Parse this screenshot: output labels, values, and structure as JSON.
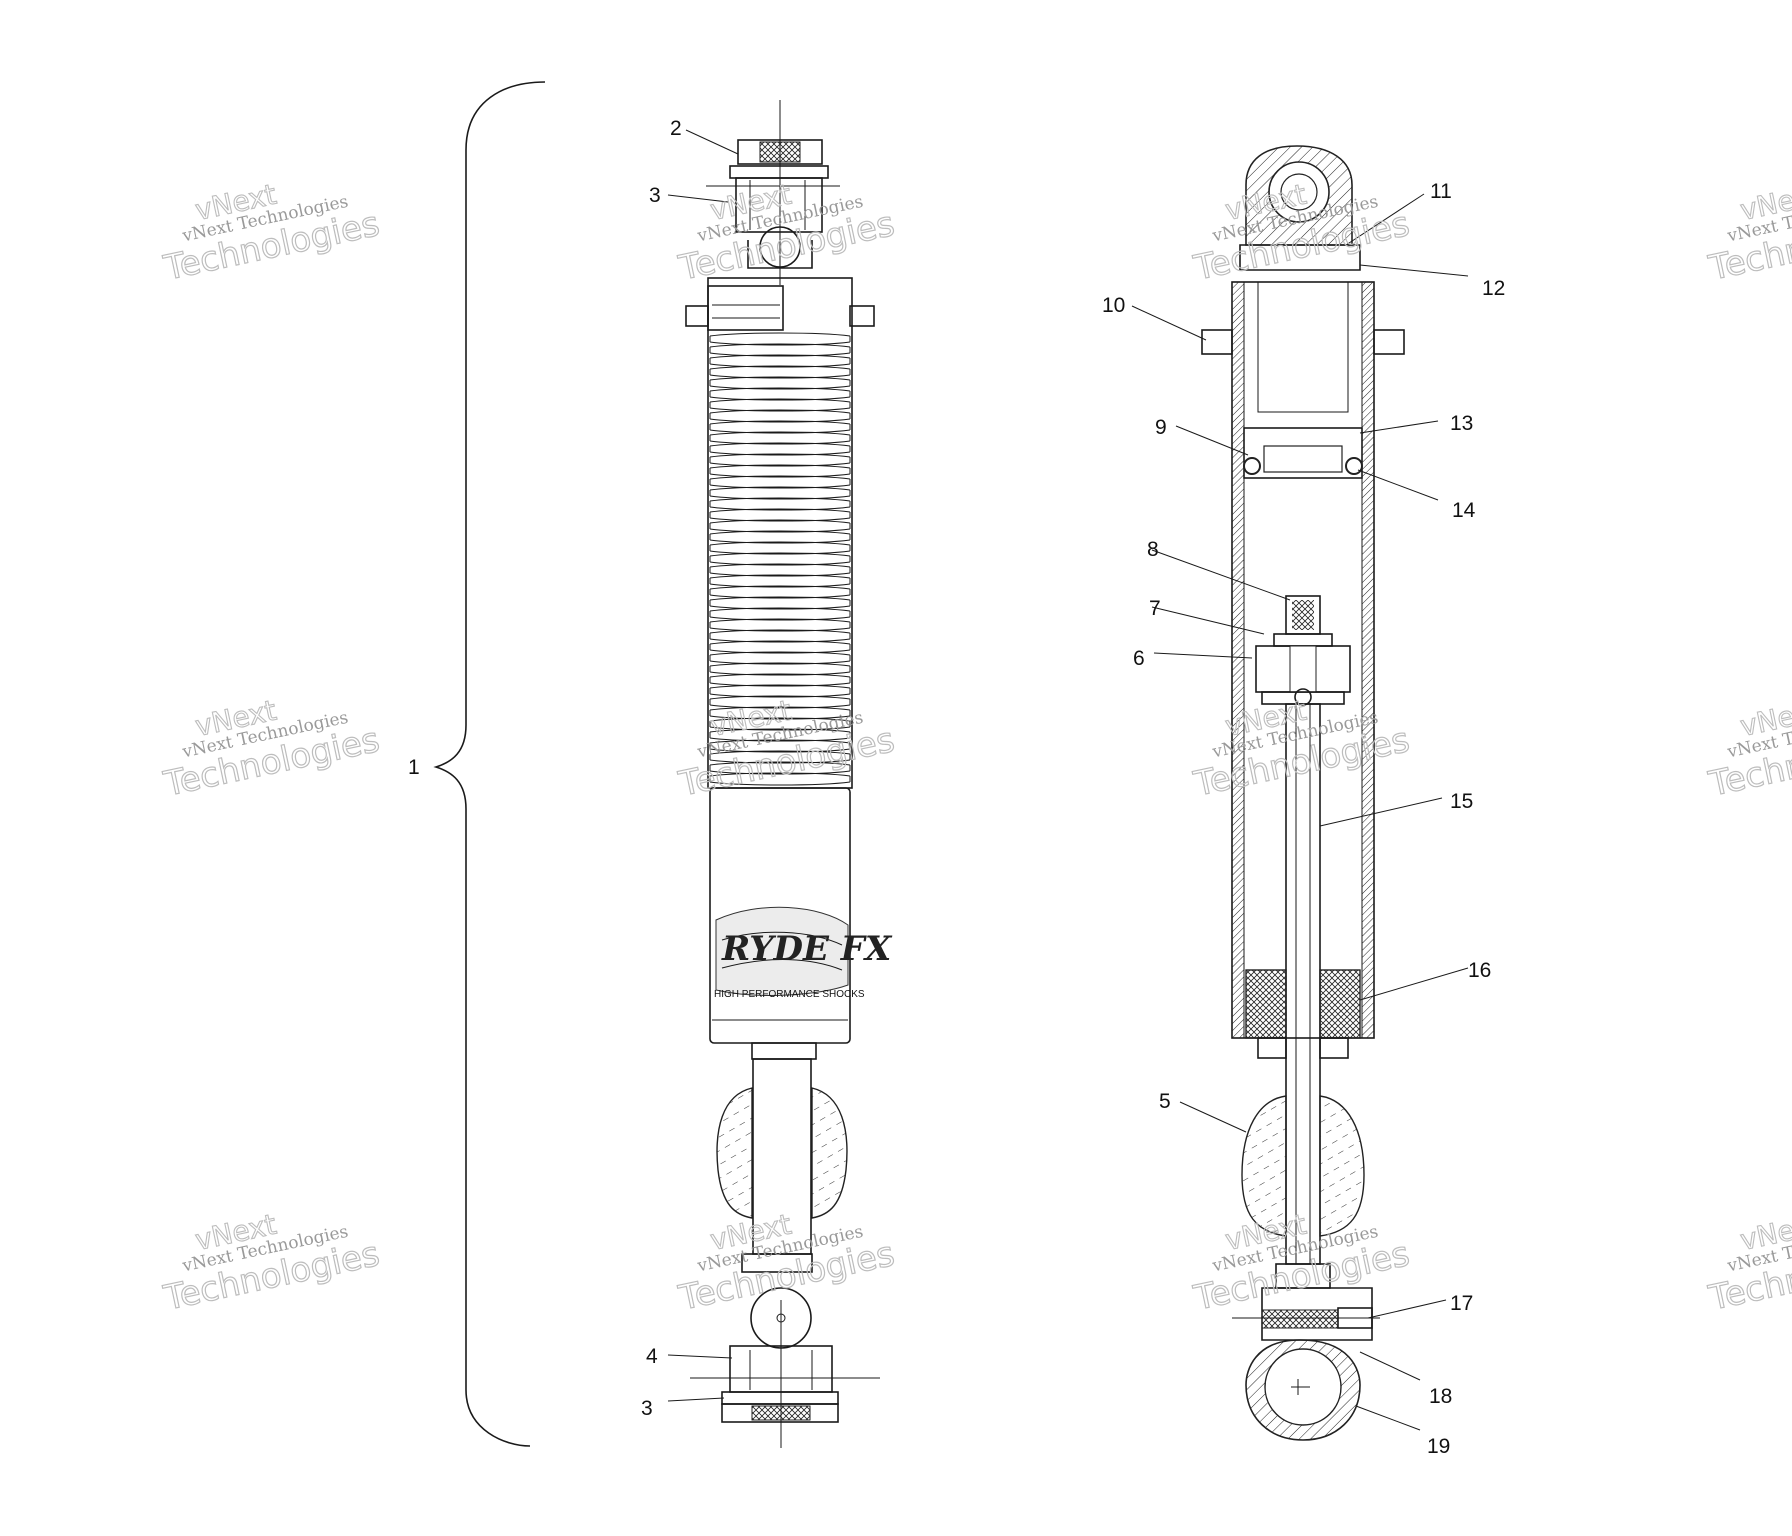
{
  "diagram": {
    "callouts": [
      {
        "id": "1",
        "text": "1"
      },
      {
        "id": "2",
        "text": "2"
      },
      {
        "id": "3a",
        "text": "3"
      },
      {
        "id": "3b",
        "text": "3"
      },
      {
        "id": "4",
        "text": "4"
      },
      {
        "id": "5",
        "text": "5"
      },
      {
        "id": "6",
        "text": "6"
      },
      {
        "id": "7",
        "text": "7"
      },
      {
        "id": "8",
        "text": "8"
      },
      {
        "id": "9",
        "text": "9"
      },
      {
        "id": "10",
        "text": "10"
      },
      {
        "id": "11",
        "text": "11"
      },
      {
        "id": "12",
        "text": "12"
      },
      {
        "id": "13",
        "text": "13"
      },
      {
        "id": "14",
        "text": "14"
      },
      {
        "id": "15",
        "text": "15"
      },
      {
        "id": "16",
        "text": "16"
      },
      {
        "id": "17",
        "text": "17"
      },
      {
        "id": "18",
        "text": "18"
      },
      {
        "id": "19",
        "text": "19"
      }
    ],
    "body_label": {
      "brand": "RYDE FX",
      "tagline": "HIGH PERFORMANCE SHOCKS"
    },
    "watermark": {
      "text": "vNext Technologies",
      "logo_line1": "vNext",
      "logo_line2": "Technologies"
    }
  }
}
